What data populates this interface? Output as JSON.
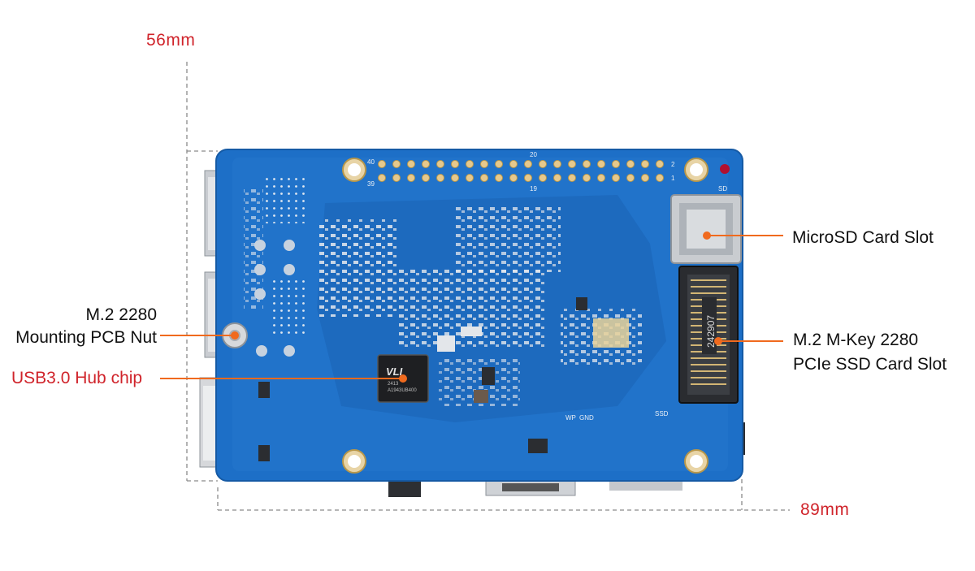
{
  "dimensions": {
    "width_label": "56mm",
    "length_label": "89mm"
  },
  "callouts": {
    "m2_nut_line1": "M.2 2280",
    "m2_nut_line2": "Mounting PCB Nut",
    "usb_hub": "USB3.0 Hub chip",
    "microsd": "MicroSD Card Slot",
    "m2_slot_line1": "M.2 M-Key 2280",
    "m2_slot_line2": "PCIe SSD Card Slot"
  },
  "board_markings": {
    "pin40": "40",
    "pin39": "39",
    "pin20": "20",
    "pin19": "19",
    "pin2": "2",
    "pin1": "1",
    "sd": "SD",
    "ssd": "SSD",
    "wp": "WP",
    "gnd": "GND",
    "chip_code1": "2413",
    "chip_code2": "A1943UB400",
    "ssd_code": "242907"
  },
  "colors": {
    "callout_line": "#f06a1e",
    "pcb": "#1d6fc7",
    "dimension_text": "#d0242b"
  }
}
